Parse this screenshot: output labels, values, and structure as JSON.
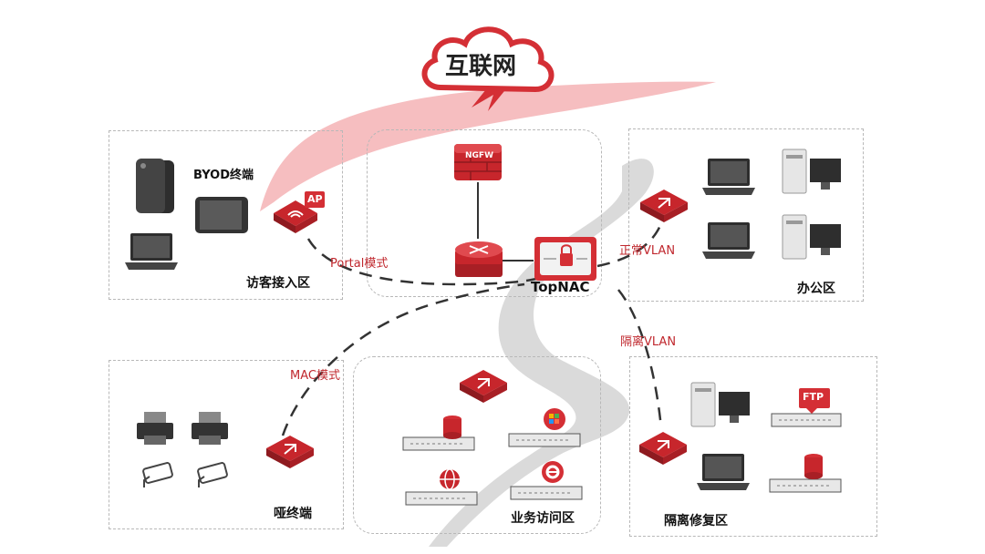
{
  "cloud": {
    "label": "互联网"
  },
  "ngfw": {
    "label": "NGFW"
  },
  "ap": {
    "badge": "AP"
  },
  "ftp": {
    "label": "FTP"
  },
  "devices": {
    "byod_label": "BYOD终端",
    "core_label": "TopNAC"
  },
  "zones": {
    "guest": "访客接入区",
    "office": "办公区",
    "dumb": "哑终端",
    "business": "业务访问区",
    "quarantine": "隔离修复区"
  },
  "connections": {
    "portal": "Portal模式",
    "normal_vlan": "正常VLAN",
    "isolated_vlan": "隔离VLAN",
    "mac": "MAC模式"
  },
  "colors": {
    "accent": "#d42f35",
    "dashed_line": "#333333",
    "zone_border": "#b8b8b8"
  }
}
